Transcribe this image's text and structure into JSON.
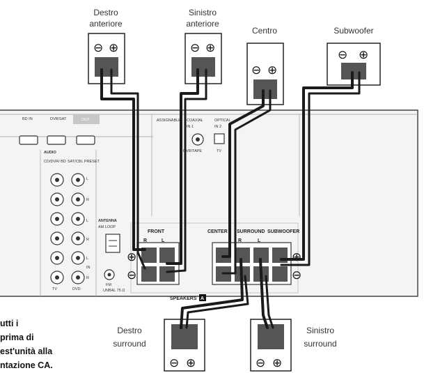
{
  "speakers": {
    "front_right": {
      "line1": "Destro",
      "line2": "anteriore"
    },
    "front_left": {
      "line1": "Sinistro",
      "line2": "anteriore"
    },
    "center": {
      "label": "Centro"
    },
    "subwoofer": {
      "label": "Subwoofer"
    },
    "surround_right": {
      "line1": "Destro",
      "line2": "surround"
    },
    "surround_left": {
      "line1": "Sinistro",
      "line2": "surround"
    }
  },
  "receiver": {
    "hdmi": {
      "bd_in": "BD IN",
      "dvr_sat": "DVR/SAT",
      "out": "OUT"
    },
    "audio": {
      "title": "AUDIO",
      "cd_label": "CD/DVR/ BD",
      "sat_label": "SAT/CBL PRESET",
      "l_letter": "L",
      "r_letter": "R",
      "in_letter": "IN",
      "tv": "TV",
      "dvd": "DVD"
    },
    "digital": {
      "assignable": "ASSIGNABLE",
      "coaxial": "COAXIAL",
      "coax_in": "IN 1",
      "coax_sub": "DVR/TAPE",
      "optical": "OPTICAL",
      "opt_in": "IN 2",
      "opt_sub": "TV"
    },
    "antenna": {
      "title": "ANTENNA",
      "am_loop": "AM LOOP",
      "fm": "FM",
      "fm_sub": "UNBAL 75 Ω"
    },
    "speaker_groups": {
      "front": "FRONT",
      "center": "CENTER",
      "surround": "SURROUND",
      "subwoofer": "SUBWOOFER",
      "r": "R",
      "l": "L"
    },
    "speakers_label": "SPEAKERS",
    "speakers_badge": "A"
  },
  "symbols": {
    "minus": "⊖",
    "plus": "⊕"
  },
  "note": {
    "line1": "utti i",
    "line2": "prima di",
    "line3": "est'unità alla",
    "line4": "ntazione CA."
  }
}
